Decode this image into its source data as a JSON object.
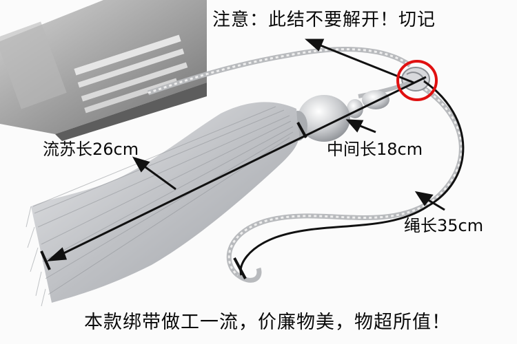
{
  "annotations": {
    "note": "注意：此结不要解开！切记",
    "tassel_length": "流苏长26cm",
    "middle_length": "中间长18cm",
    "rope_length": "绳长35cm",
    "bottom_caption": "本款绑带做工一流，价廉物美，物超所值！"
  },
  "colors": {
    "marker": "#e01010",
    "arrow": "#111111",
    "tassel": "#c9cbcf",
    "package": "#7f7f7f"
  }
}
